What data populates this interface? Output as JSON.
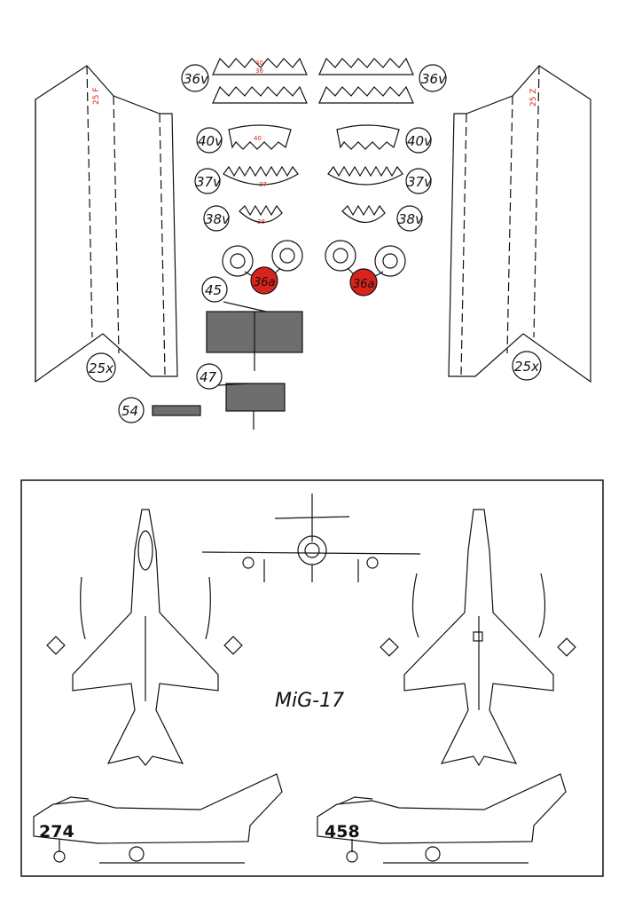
{
  "parts": {
    "strips_36v_left": "36v",
    "strips_36v_right": "36v",
    "strip_40_top": "40",
    "strip_36_bottom": "36",
    "ring_40v_left": "40v",
    "ring_40v_right": "40v",
    "ring_37v_left": "37v",
    "ring_37v_right": "37v",
    "ring_38v_left": "38v",
    "ring_38v_right": "38v",
    "ring_inner_40": "40",
    "ring_inner_37": "37",
    "ring_inner_38": "38",
    "disc_36a_left": "36a",
    "disc_36a_right": "36a",
    "panel_45": "45",
    "panel_47": "47",
    "strip_54": "54",
    "wing_25x_left": "25x",
    "wing_25x_right": "25x",
    "wing_red_left": "25 F",
    "wing_red_right": "25 Z"
  },
  "drawing": {
    "title": "MiG-17",
    "side_number_left": "274",
    "side_number_right": "458"
  },
  "colors": {
    "red": "#d8241c",
    "grey": "#6e6e6e",
    "ink": "#111111"
  }
}
